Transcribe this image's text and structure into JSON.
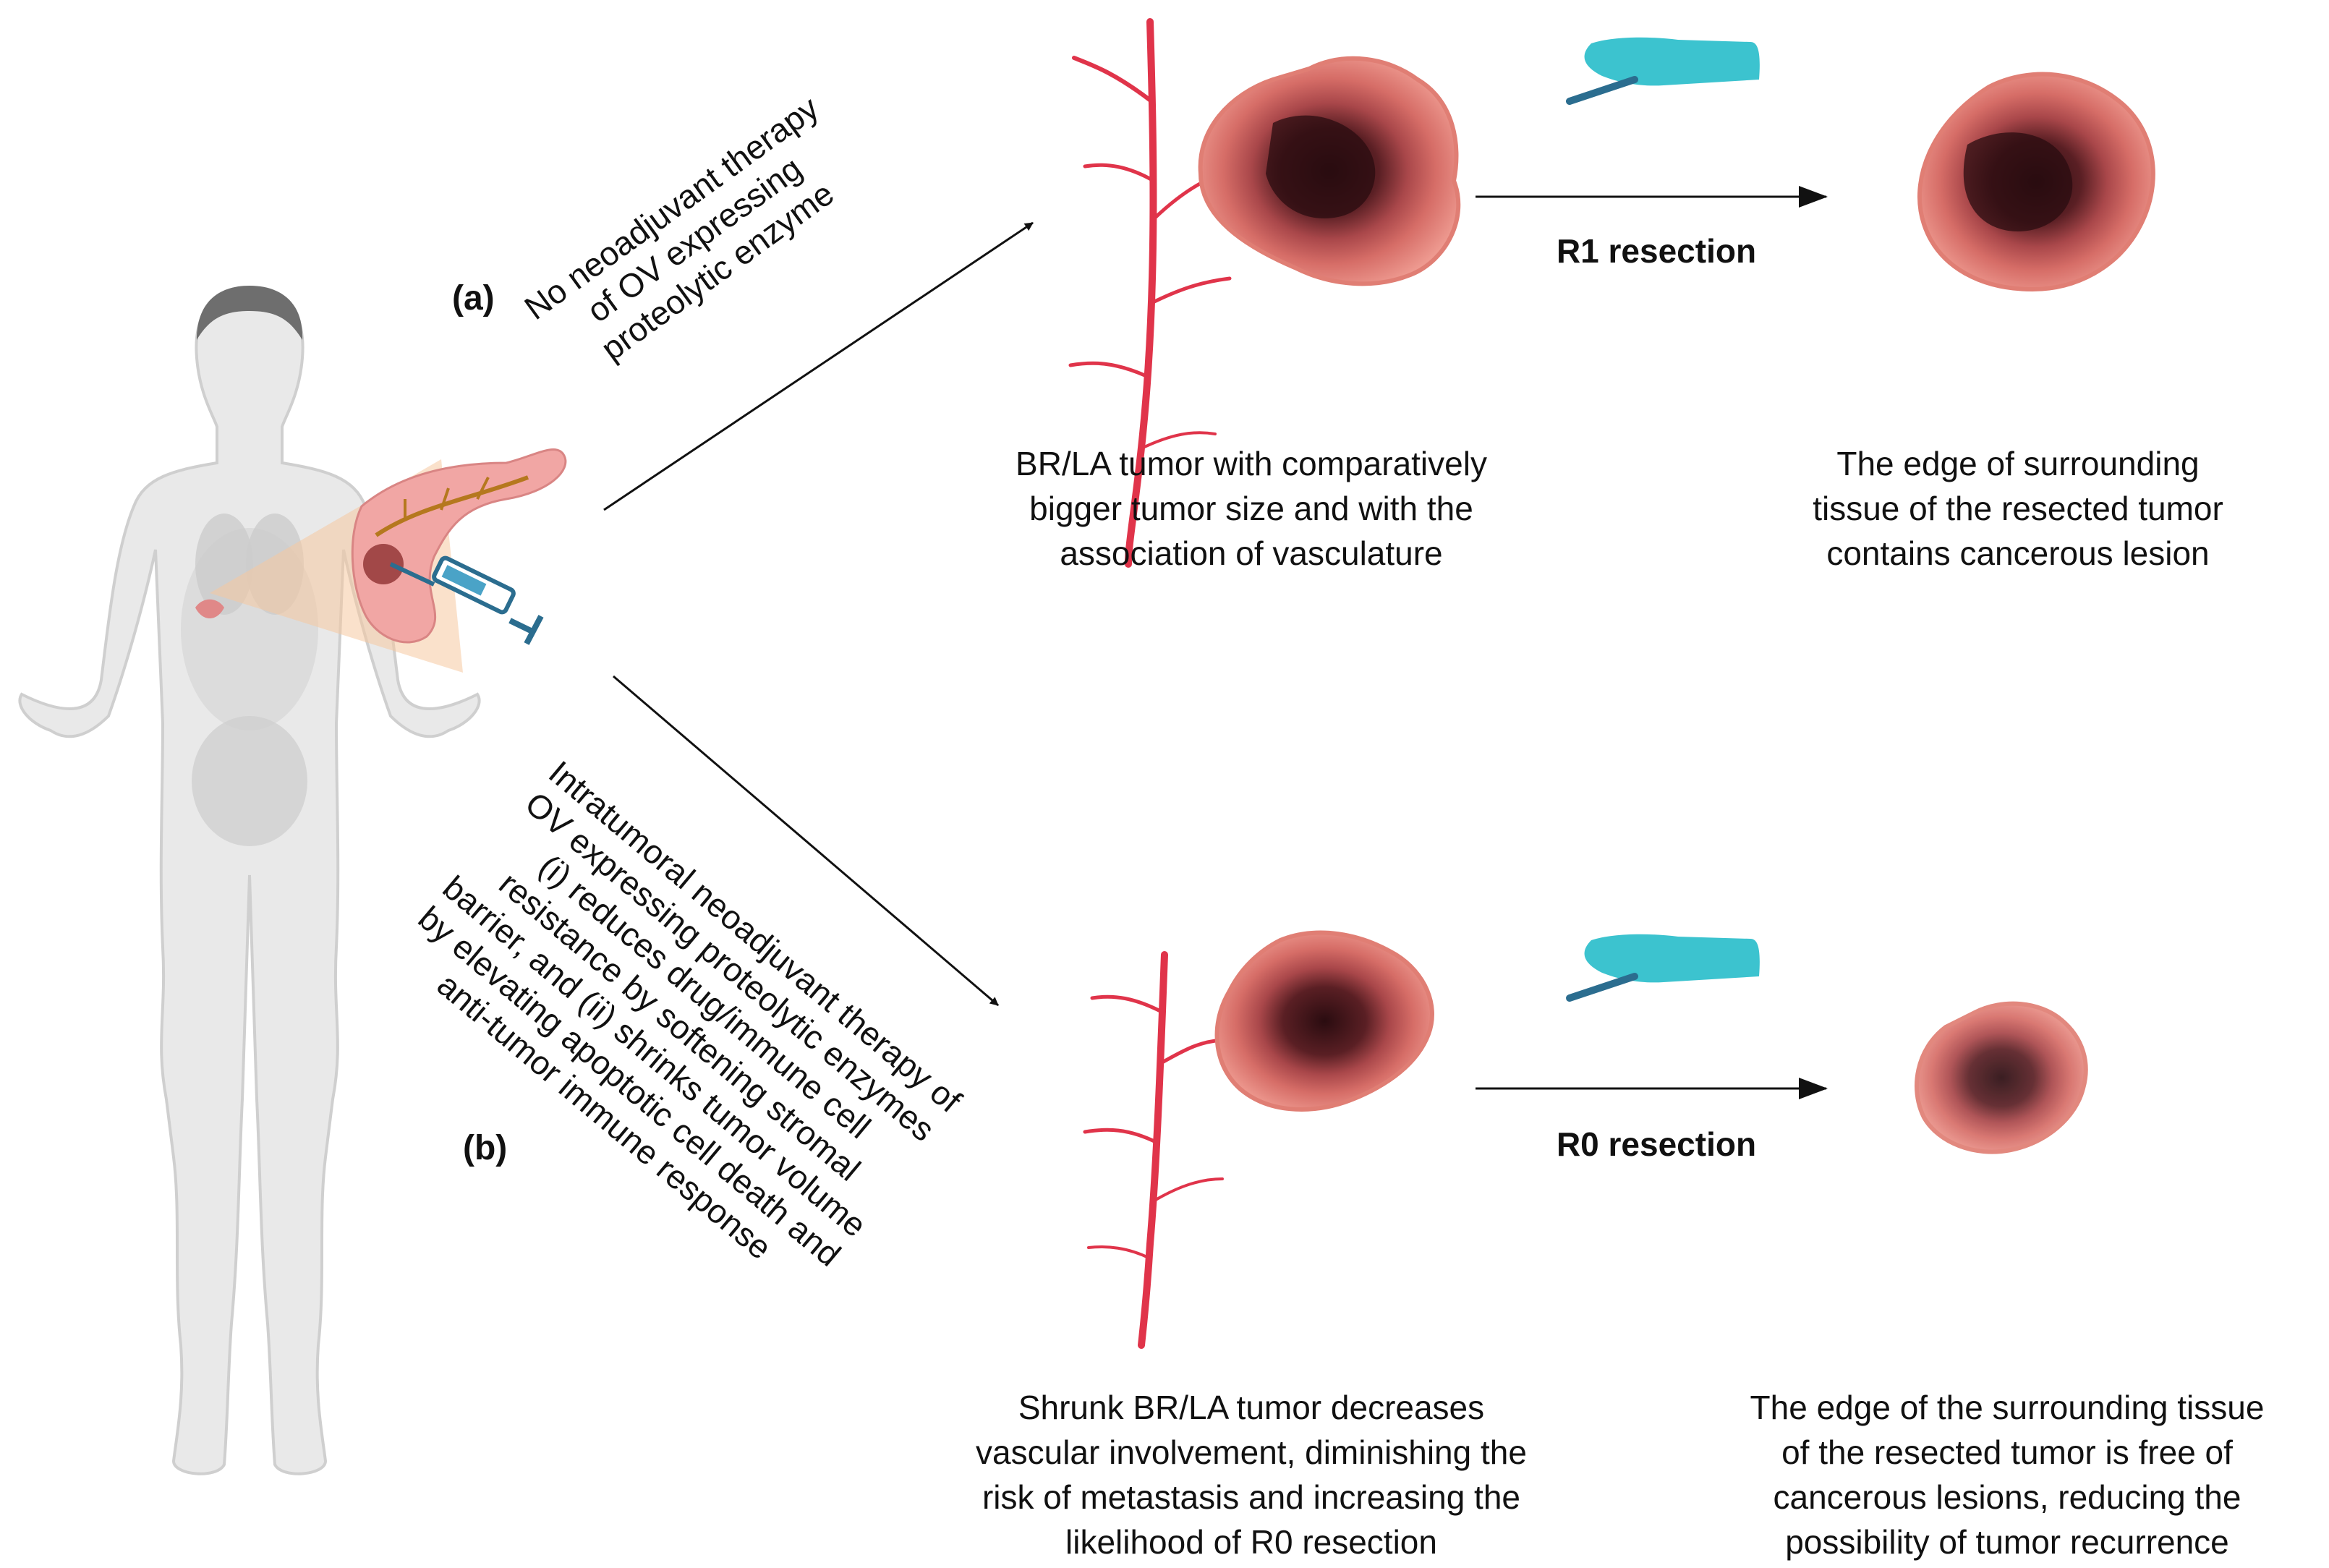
{
  "panels": {
    "a": {
      "label": "(a)",
      "branch_text": "No neoadjuvant therapy\nof OV expressing\nproteolytic enzyme",
      "resection": "R1 resection",
      "tumor_caption": "BR/LA tumor with comparatively\nbigger tumor size and with the\nassociation of vasculature",
      "result_caption": "The edge of surrounding\ntissue of the resected tumor\ncontains cancerous lesion"
    },
    "b": {
      "label": "(b)",
      "branch_text": "Intratumoral neoadjuvant therapy of\nOV expressing proteolytic enzymes\n(i) reduces drug/immune cell\nresistance by softening stromal\nbarrier, and (ii) shrinks tumor volume\nby elevating apoptotic cell death and\nanti-tumor immune response",
      "resection": "R0 resection",
      "tumor_caption": "Shrunk BR/LA tumor decreases\nvascular involvement, diminishing the\nrisk of metastasis and increasing the\nlikelihood of R0 resection",
      "result_caption": "The edge of the surrounding tissue\nof the resected tumor is free of\ncancerous lesions, reducing the\npossibility of tumor recurrence"
    }
  },
  "icons": [
    "human-body-icon",
    "pancreas-icon",
    "syringe-icon",
    "blood-vessel-icon",
    "tumor-icon",
    "scalpel-hand-icon",
    "arrow-icon"
  ],
  "colors": {
    "tumor_outer": "#e8897f",
    "tumor_mid": "#c85e57",
    "tumor_core": "#3a1216",
    "vessel": "#e0344a",
    "glove": "#3cc3cf",
    "body": "#e6e6e6",
    "pancreas": "#f0a9a6"
  }
}
